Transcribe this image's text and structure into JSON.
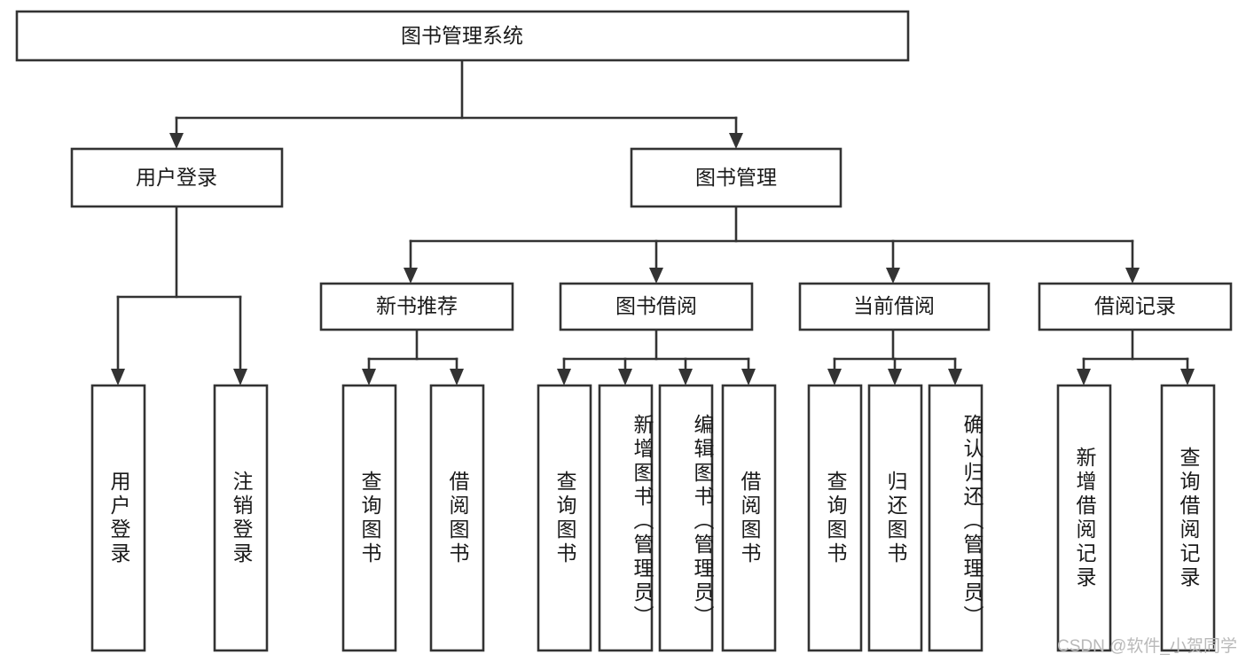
{
  "diagram": {
    "type": "tree-hierarchy",
    "title": "图书管理系统",
    "watermark": "CSDN @软件_小贺同学",
    "colors": {
      "background": "#ffffff",
      "box_fill": "#ffffff",
      "stroke": "#333333",
      "text": "#1a1a1a",
      "watermark": "#b9b9b9"
    },
    "root": {
      "label": "图书管理系统"
    },
    "level2": [
      {
        "label": "用户登录"
      },
      {
        "label": "图书管理"
      }
    ],
    "level3": [
      {
        "label": "新书推荐"
      },
      {
        "label": "图书借阅"
      },
      {
        "label": "当前借阅"
      },
      {
        "label": "借阅记录"
      }
    ],
    "leaves": {
      "user_login": [
        {
          "label": "用户登录"
        },
        {
          "label": "注销登录"
        }
      ],
      "new_book_recommend": [
        {
          "label": "查询图书"
        },
        {
          "label": "借阅图书"
        }
      ],
      "book_borrow": [
        {
          "label": "查询图书"
        },
        {
          "label": "新增图书（管理员）"
        },
        {
          "label": "编辑图书（管理员）"
        },
        {
          "label": "借阅图书"
        }
      ],
      "current_borrow": [
        {
          "label": "查询图书"
        },
        {
          "label": "归还图书"
        },
        {
          "label": "确认归还（管理员）"
        }
      ],
      "borrow_record": [
        {
          "label": "新增借阅记录"
        },
        {
          "label": "查询借阅记录"
        }
      ]
    }
  }
}
